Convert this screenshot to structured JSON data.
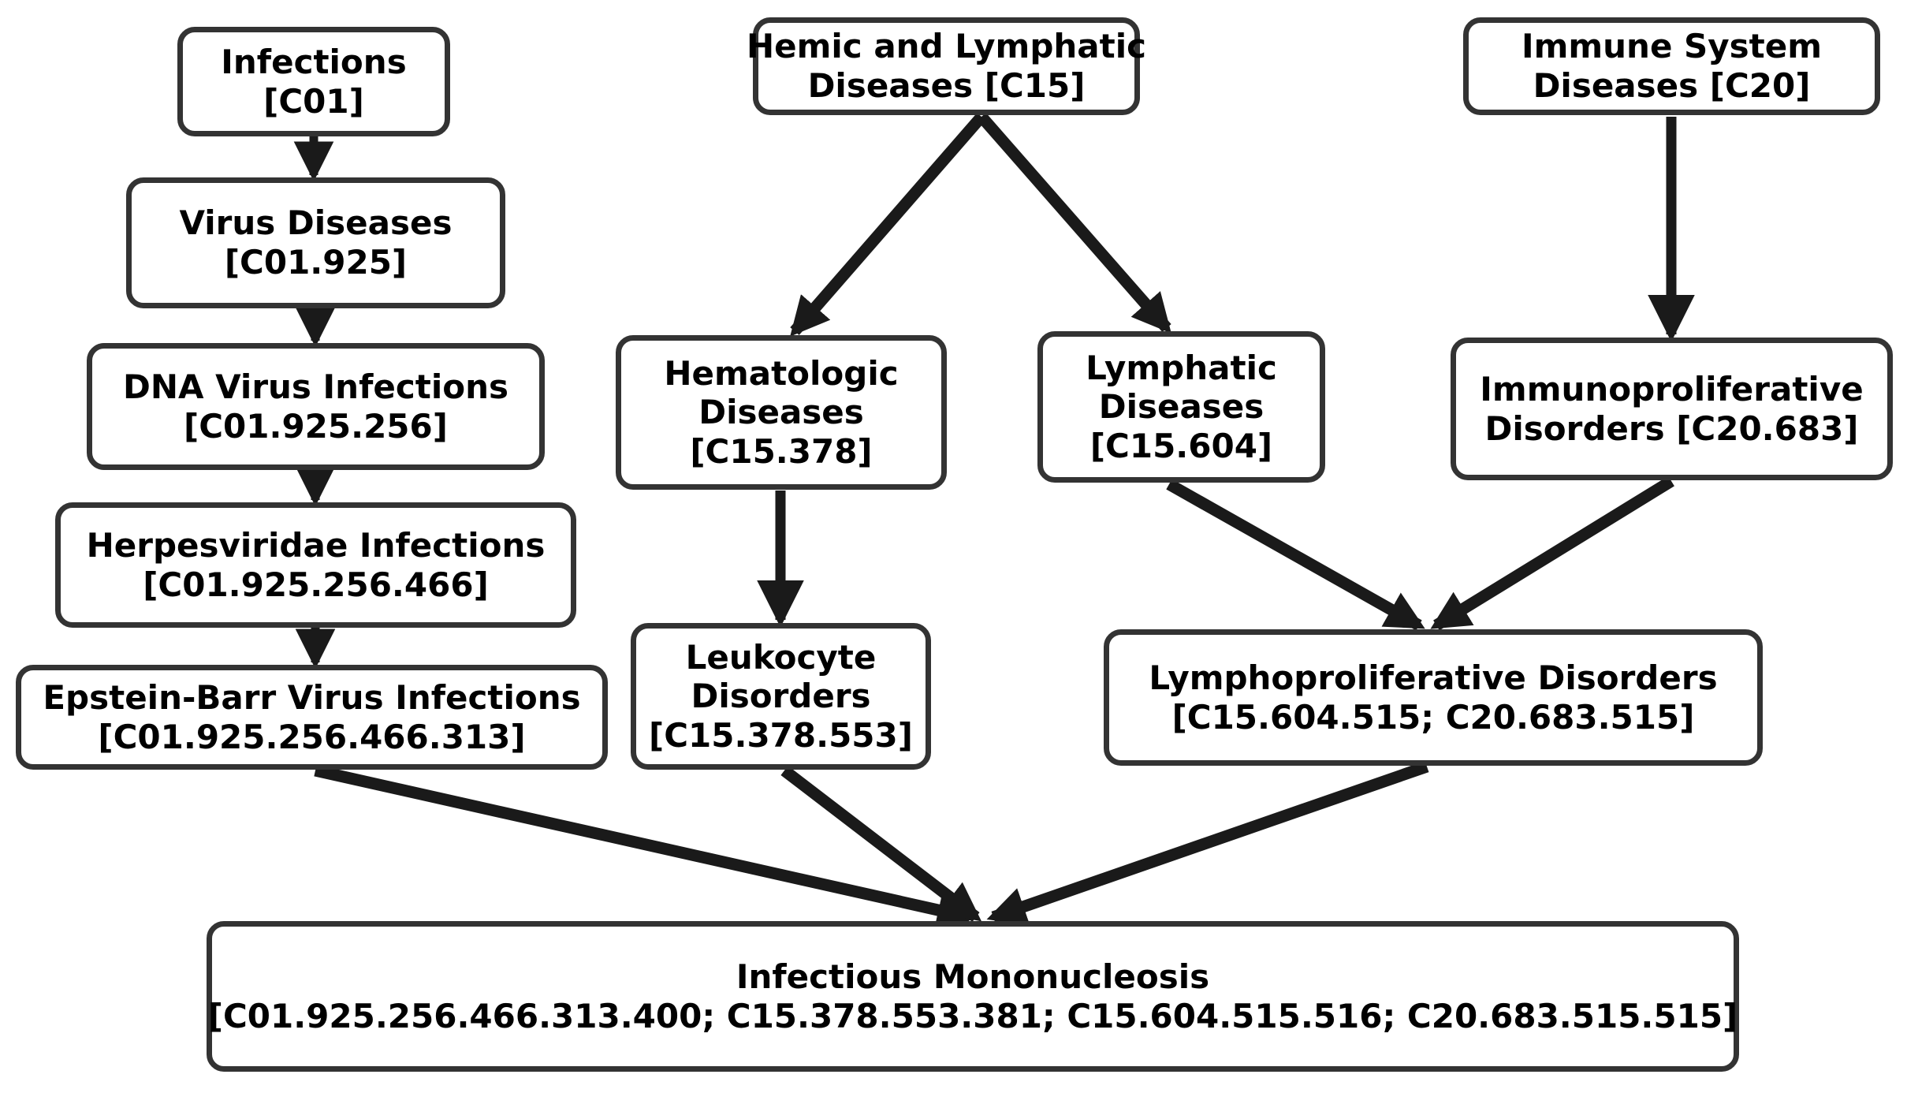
{
  "diagram": {
    "title": "MeSH hierarchy of Infectious Mononucleosis",
    "type": "flowchart",
    "background_color": "#ffffff",
    "node_border_color": "#333333",
    "node_fill_color": "#ffffff",
    "text_color": "#000000",
    "edge_color": "#1a1a1a"
  },
  "nodes": {
    "infections": {
      "line1": "Infections",
      "line2": "[C01]"
    },
    "virus_diseases": {
      "line1": "Virus Diseases",
      "line2": "[C01.925]"
    },
    "dna_virus_infections": {
      "line1": "DNA Virus Infections",
      "line2": "[C01.925.256]"
    },
    "herpesviridae_infections": {
      "line1": "Herpesviridae Infections",
      "line2": "[C01.925.256.466]"
    },
    "epstein_barr_virus_infections": {
      "line1": "Epstein-Barr Virus Infections",
      "line2": "[C01.925.256.466.313]"
    },
    "hemic_lymphatic_diseases": {
      "line1": "Hemic and Lymphatic",
      "line2": "Diseases [C15]"
    },
    "hematologic_diseases": {
      "line1": "Hematologic",
      "line2": "Diseases",
      "line3": "[C15.378]"
    },
    "leukocyte_disorders": {
      "line1": "Leukocyte",
      "line2": "Disorders",
      "line3": "[C15.378.553]"
    },
    "lymphatic_diseases": {
      "line1": "Lymphatic",
      "line2": "Diseases",
      "line3": "[C15.604]"
    },
    "lymphoproliferative_disorders": {
      "line1": "Lymphoproliferative Disorders",
      "line2": "[C15.604.515; C20.683.515]"
    },
    "immune_system_diseases": {
      "line1": "Immune System",
      "line2": "Diseases [C20]"
    },
    "immunoproliferative_disorders": {
      "line1": "Immunoproliferative",
      "line2": "Disorders [C20.683]"
    },
    "infectious_mononucleosis": {
      "line1": "Infectious Mononucleosis",
      "line2": "[C01.925.256.466.313.400; C15.378.553.381; C15.604.515.516; C20.683.515.515]"
    }
  },
  "edges": [
    {
      "from": "infections",
      "to": "virus_diseases"
    },
    {
      "from": "virus_diseases",
      "to": "dna_virus_infections"
    },
    {
      "from": "dna_virus_infections",
      "to": "herpesviridae_infections"
    },
    {
      "from": "herpesviridae_infections",
      "to": "epstein_barr_virus_infections"
    },
    {
      "from": "epstein_barr_virus_infections",
      "to": "infectious_mononucleosis"
    },
    {
      "from": "hemic_lymphatic_diseases",
      "to": "hematologic_diseases"
    },
    {
      "from": "hemic_lymphatic_diseases",
      "to": "lymphatic_diseases"
    },
    {
      "from": "hematologic_diseases",
      "to": "leukocyte_disorders"
    },
    {
      "from": "leukocyte_disorders",
      "to": "infectious_mononucleosis"
    },
    {
      "from": "lymphatic_diseases",
      "to": "lymphoproliferative_disorders"
    },
    {
      "from": "immune_system_diseases",
      "to": "immunoproliferative_disorders"
    },
    {
      "from": "immunoproliferative_disorders",
      "to": "lymphoproliferative_disorders"
    },
    {
      "from": "lymphoproliferative_disorders",
      "to": "infectious_mononucleosis"
    }
  ]
}
